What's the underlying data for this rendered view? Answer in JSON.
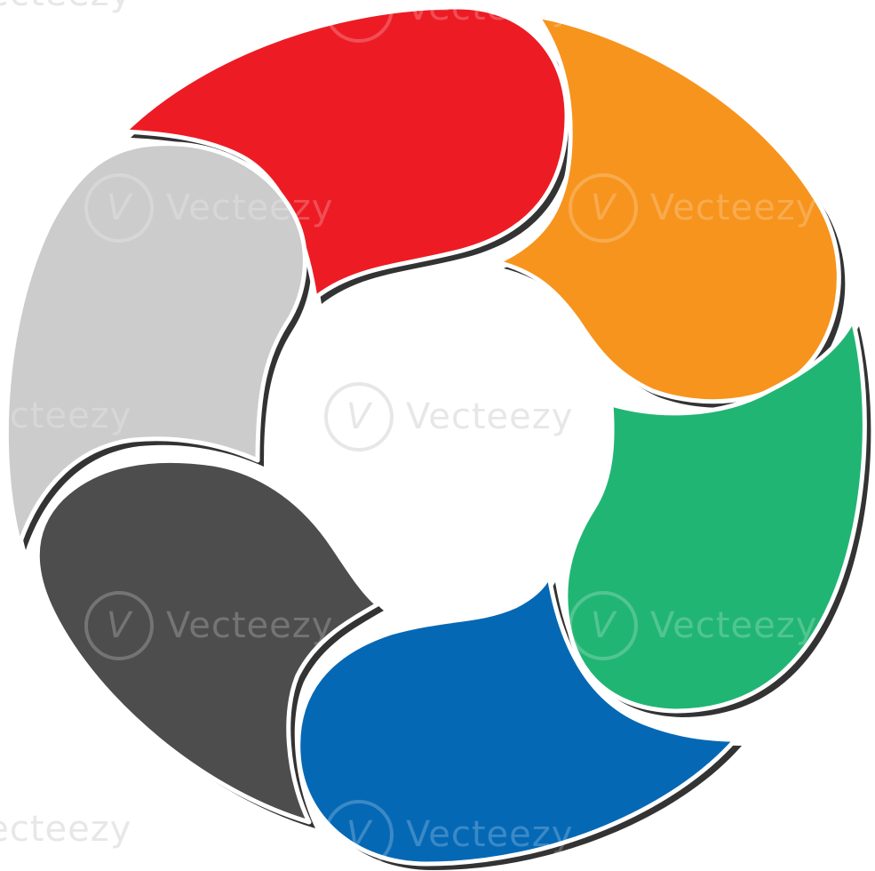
{
  "diagram": {
    "type": "cycle",
    "segments": [
      {
        "name": "segment-red",
        "color": "#ED1C24"
      },
      {
        "name": "segment-orange",
        "color": "#F7941D"
      },
      {
        "name": "segment-green",
        "color": "#21B573"
      },
      {
        "name": "segment-blue",
        "color": "#0568B5"
      },
      {
        "name": "segment-dark-gray",
        "color": "#4D4D4D"
      },
      {
        "name": "segment-light-gray",
        "color": "#CCCCCC"
      }
    ],
    "shadow_color": "#333333",
    "outline_color": "#ffffff"
  },
  "watermark": {
    "text": "Vecteezy",
    "glyph": "V"
  }
}
